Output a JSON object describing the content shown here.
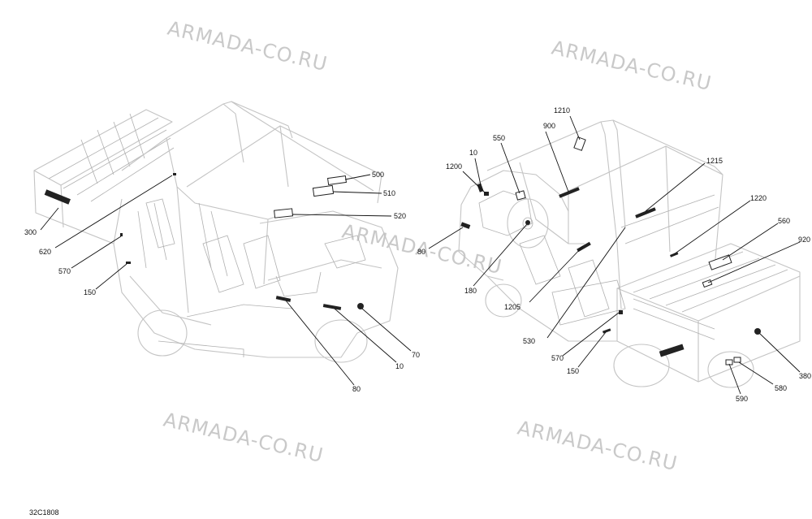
{
  "drawing_code": "32C1808",
  "watermark_text": "ARMADA-CO.RU",
  "left_view": {
    "callouts": [
      "300",
      "620",
      "570",
      "150",
      "500",
      "510",
      "520",
      "70",
      "10",
      "80"
    ]
  },
  "right_view": {
    "callouts": [
      "1210",
      "900",
      "550",
      "10",
      "1200",
      "80",
      "180",
      "1215",
      "1220",
      "560",
      "920",
      "1205",
      "530",
      "570",
      "150",
      "380",
      "580",
      "590"
    ]
  },
  "colors": {
    "linework": "#c4c4c4",
    "decal": "#222222",
    "watermark": "#c9c9c9"
  }
}
